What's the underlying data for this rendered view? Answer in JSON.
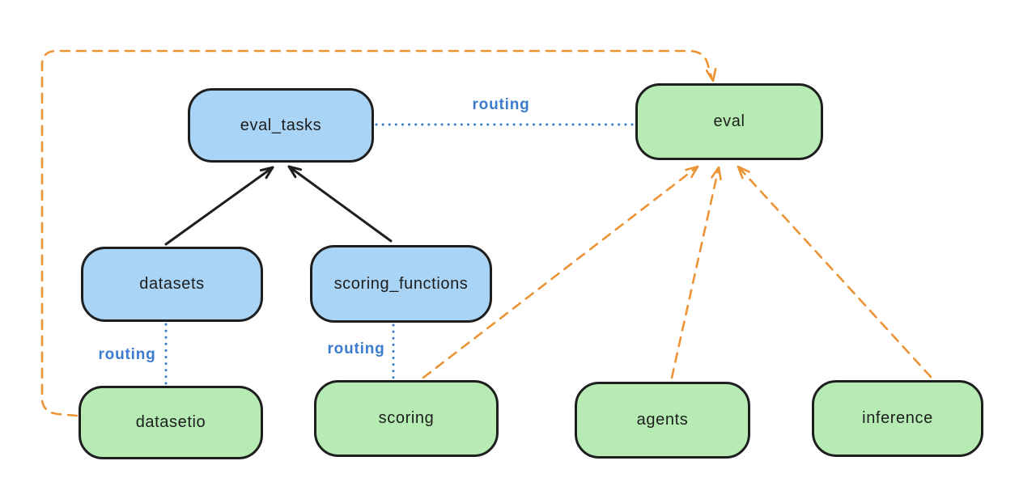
{
  "diagram": {
    "style": "hand-drawn flowchart (excalidraw-like)",
    "background": "#ffffff"
  },
  "colors": {
    "node_border": "#1e1e1e",
    "blue_node_fill": "#a9d4f5",
    "green_node_fill": "#b6ecb4",
    "solid_arrow": "#1e1e1e",
    "routing_line": "#3b7cce",
    "routing_text": "#3b7cce",
    "provider_arrow": "#ec9434"
  },
  "nodes": {
    "eval_tasks": {
      "label": "eval_tasks",
      "fill": "blue"
    },
    "eval": {
      "label": "eval",
      "fill": "green"
    },
    "datasets": {
      "label": "datasets",
      "fill": "blue"
    },
    "scoring_functions": {
      "label": "scoring_functions",
      "fill": "blue"
    },
    "datasetio": {
      "label": "datasetio",
      "fill": "green"
    },
    "scoring": {
      "label": "scoring",
      "fill": "green"
    },
    "agents": {
      "label": "agents",
      "fill": "green"
    },
    "inference": {
      "label": "inference",
      "fill": "green"
    }
  },
  "edges": [
    {
      "from": "datasets",
      "to": "eval_tasks",
      "style": "solid-arrow",
      "label": ""
    },
    {
      "from": "scoring_functions",
      "to": "eval_tasks",
      "style": "solid-arrow",
      "label": ""
    },
    {
      "from": "eval_tasks",
      "to": "eval",
      "style": "dotted",
      "label": "routing"
    },
    {
      "from": "datasets",
      "to": "datasetio",
      "style": "dotted",
      "label": "routing"
    },
    {
      "from": "scoring_functions",
      "to": "scoring",
      "style": "dotted",
      "label": "routing"
    },
    {
      "from": "datasetio",
      "to": "eval",
      "style": "dashed-arrow",
      "label": ""
    },
    {
      "from": "scoring",
      "to": "eval",
      "style": "dashed-arrow",
      "label": ""
    },
    {
      "from": "agents",
      "to": "eval",
      "style": "dashed-arrow",
      "label": ""
    },
    {
      "from": "inference",
      "to": "eval",
      "style": "dashed-arrow",
      "label": ""
    }
  ]
}
